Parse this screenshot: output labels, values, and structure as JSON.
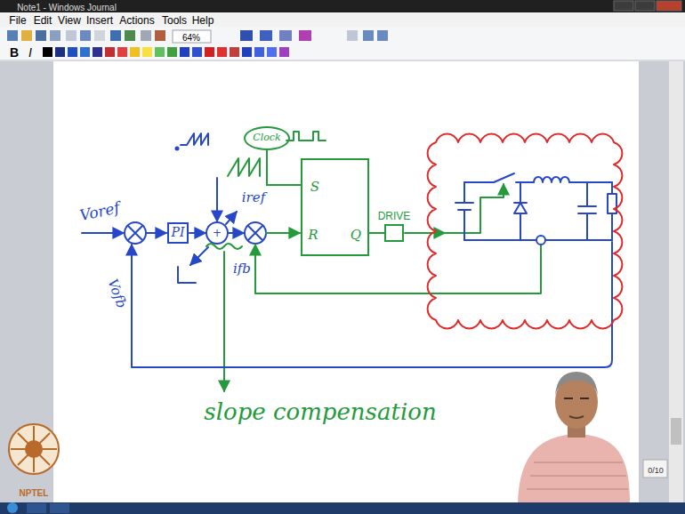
{
  "diagram": {
    "nodes": [
      {
        "text": [
          "PI"
        ]
      },
      {
        "text": [
          "Clock"
        ]
      },
      {
        "text": [
          "S",
          "R",
          "Q"
        ]
      },
      {
        "text": [
          "DRIVE"
        ]
      }
    ],
    "edges": [
      {
        "from": 1,
        "to": 2,
        "arrow": "none"
      },
      {
        "from": 2,
        "to": 3,
        "arrow": "none"
      }
    ],
    "labels": [
      "Note1 - Windows Journal",
      "File",
      "Edit",
      "View",
      "Insert",
      "Actions",
      "Tools",
      "Help",
      "64%",
      "B",
      "I",
      "Voref",
      "-",
      "Vofb",
      "+",
      "iref",
      "ifb",
      "slope compensation",
      "0/10",
      "NPTEL"
    ]
  }
}
